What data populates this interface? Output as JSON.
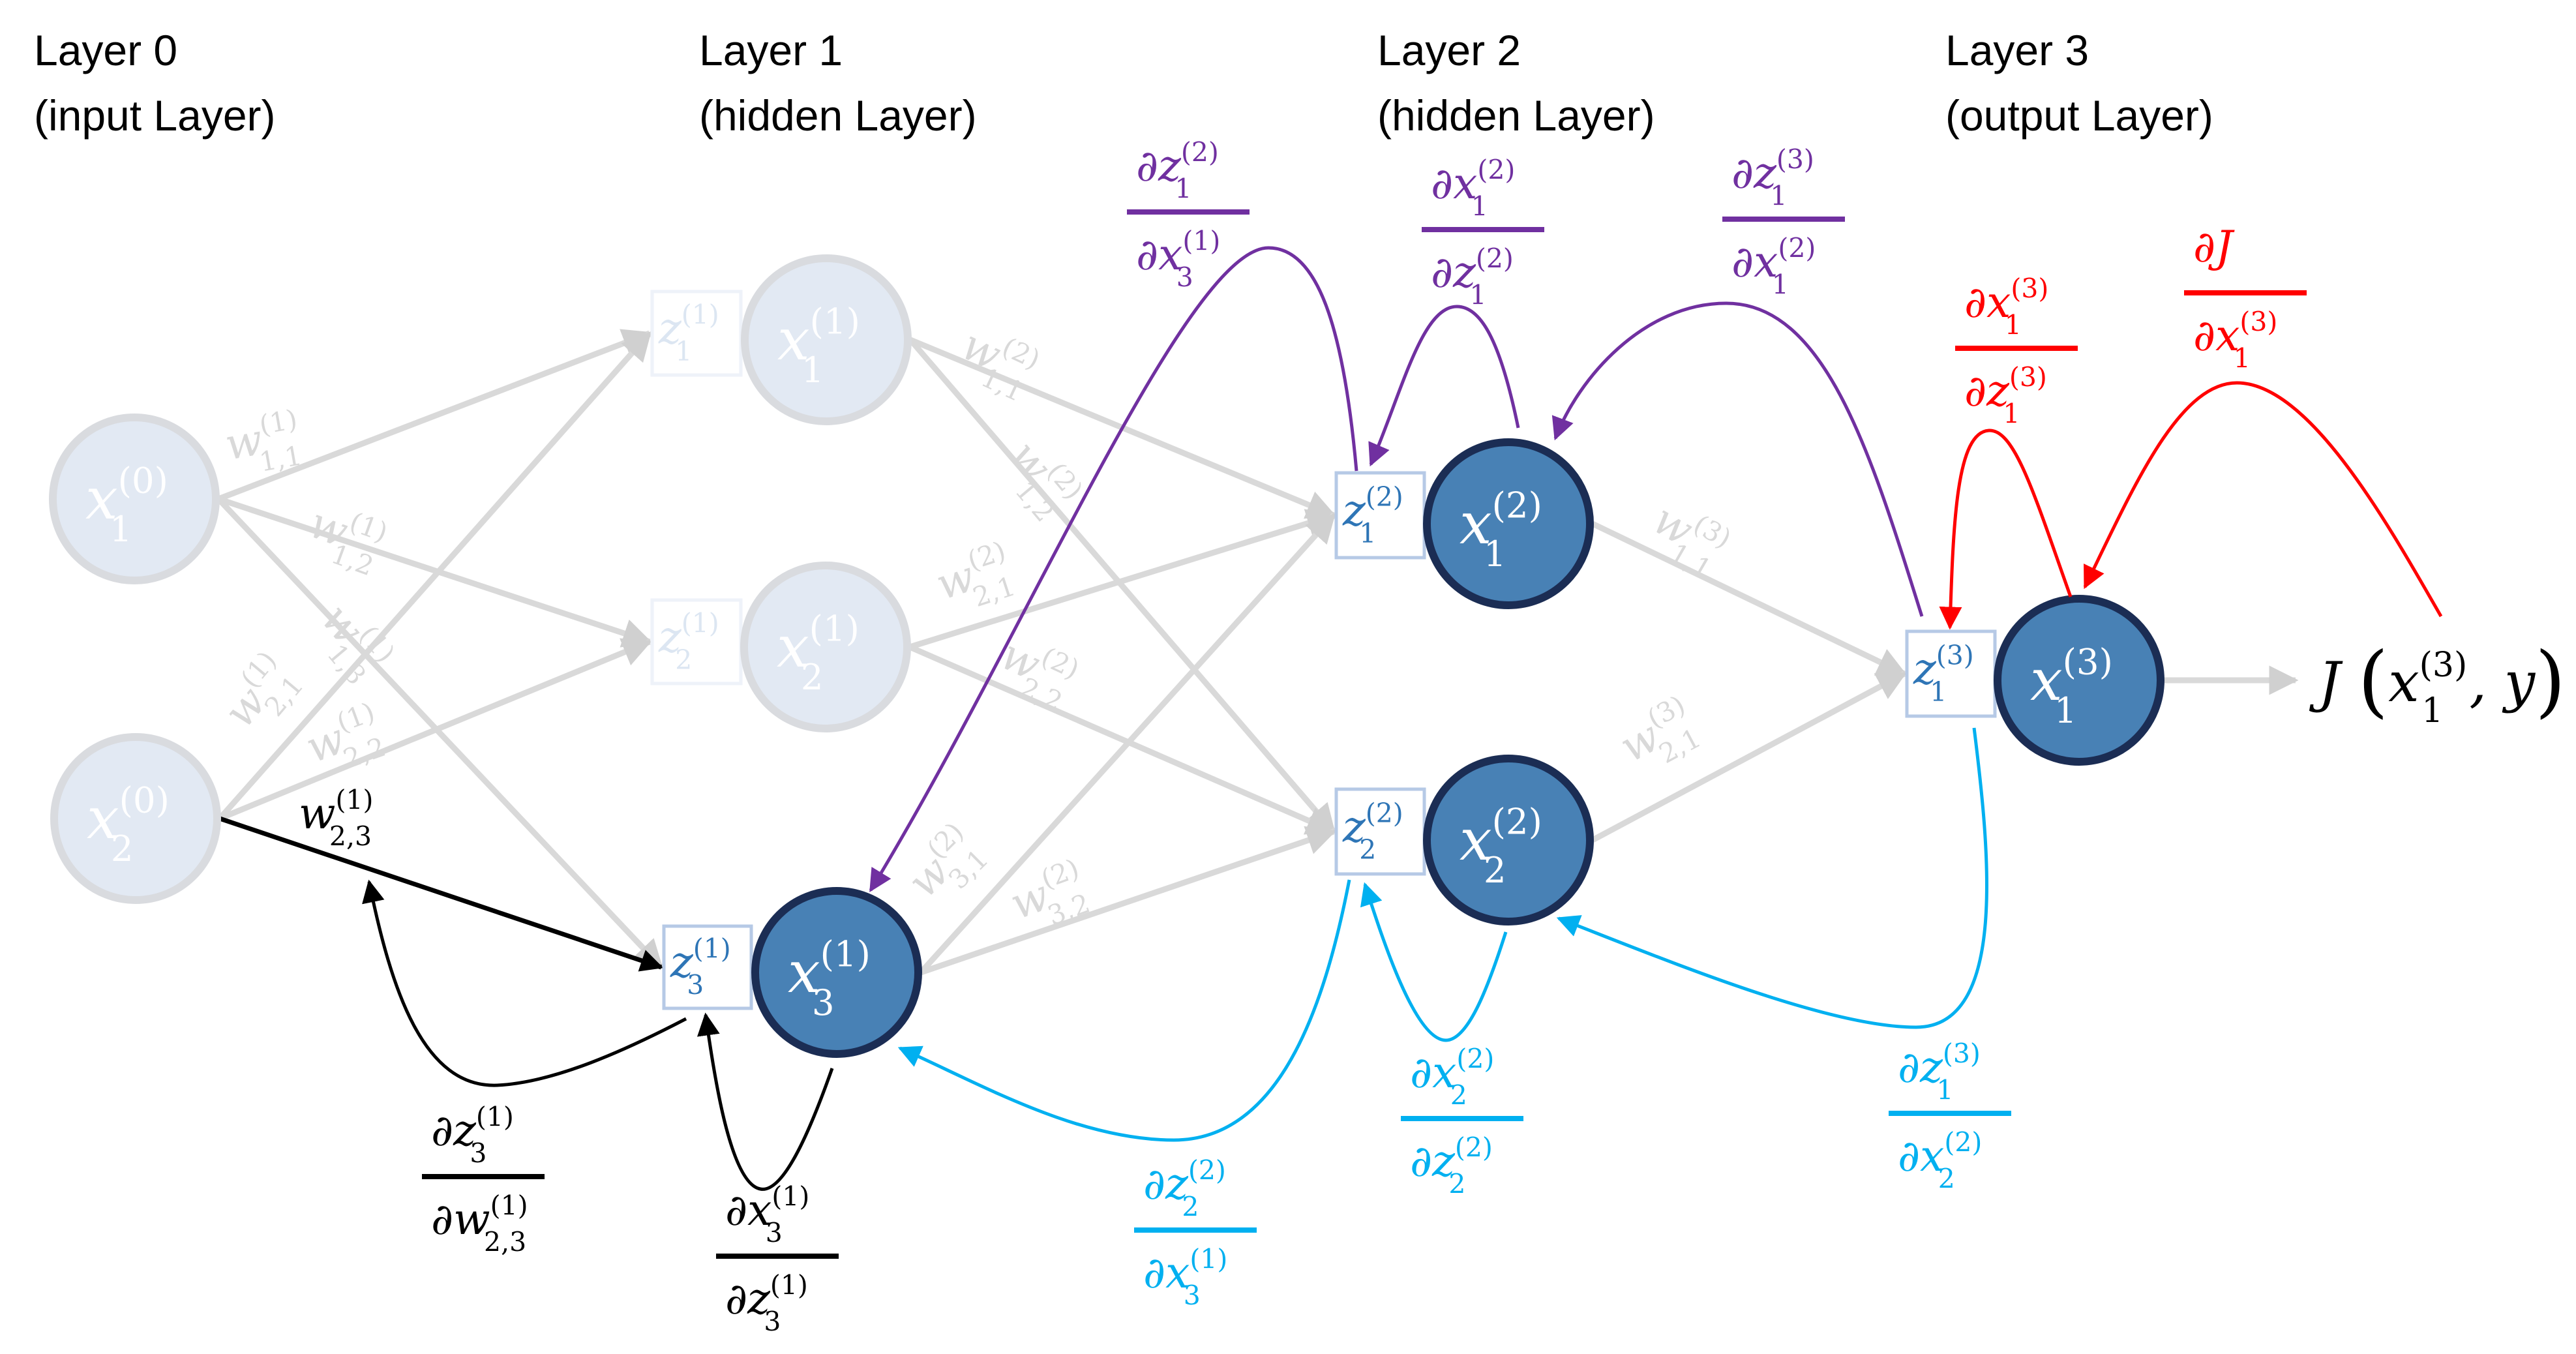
{
  "layers": [
    {
      "title": "Layer  0",
      "subtitle": "(input Layer)"
    },
    {
      "title": "Layer  1",
      "subtitle": "(hidden Layer)"
    },
    {
      "title": "Layer  2",
      "subtitle": "(hidden Layer)"
    },
    {
      "title": "Layer  3",
      "subtitle": "(output Layer)"
    }
  ],
  "colors": {
    "active_node_fill": "#4881b5",
    "active_node_stroke": "#1b2d54",
    "faded_node_fill": "#e2e9f3",
    "faded_edge": "#d9d9d9",
    "box_label_active": "#2e75b6",
    "box_label_faded": "#dce6f2",
    "grad_purple": "#7030a0",
    "grad_red": "#ff0000",
    "grad_cyan": "#00b0f0",
    "grad_black": "#000000"
  },
  "nodes": [
    {
      "id": "x1_0",
      "var": "x",
      "sub": "1",
      "sup": "(0)",
      "state": "faded"
    },
    {
      "id": "x2_0",
      "var": "x",
      "sub": "2",
      "sup": "(0)",
      "state": "faded"
    },
    {
      "id": "x1_1",
      "var": "x",
      "sub": "1",
      "sup": "(1)",
      "state": "faded"
    },
    {
      "id": "x2_1",
      "var": "x",
      "sub": "2",
      "sup": "(1)",
      "state": "faded"
    },
    {
      "id": "x3_1",
      "var": "x",
      "sub": "3",
      "sup": "(1)",
      "state": "active"
    },
    {
      "id": "x1_2",
      "var": "x",
      "sub": "1",
      "sup": "(2)",
      "state": "active"
    },
    {
      "id": "x2_2",
      "var": "x",
      "sub": "2",
      "sup": "(2)",
      "state": "active"
    },
    {
      "id": "x1_3",
      "var": "x",
      "sub": "1",
      "sup": "(3)",
      "state": "active"
    }
  ],
  "boxes": [
    {
      "id": "z1_1",
      "var": "z",
      "sub": "1",
      "sup": "(1)",
      "state": "faded"
    },
    {
      "id": "z2_1",
      "var": "z",
      "sub": "2",
      "sup": "(1)",
      "state": "faded"
    },
    {
      "id": "z3_1",
      "var": "z",
      "sub": "3",
      "sup": "(1)",
      "state": "active"
    },
    {
      "id": "z1_2",
      "var": "z",
      "sub": "1",
      "sup": "(2)",
      "state": "active"
    },
    {
      "id": "z2_2",
      "var": "z",
      "sub": "2",
      "sup": "(2)",
      "state": "active"
    },
    {
      "id": "z1_3",
      "var": "z",
      "sub": "1",
      "sup": "(3)",
      "state": "active"
    }
  ],
  "weights": [
    {
      "from": "x1_0",
      "to": "z1_1",
      "label": "w",
      "sub": "1,1",
      "sup": "(1)",
      "state": "faded"
    },
    {
      "from": "x1_0",
      "to": "z2_1",
      "label": "w",
      "sub": "1,2",
      "sup": "(1)",
      "state": "faded"
    },
    {
      "from": "x1_0",
      "to": "z3_1",
      "label": "w",
      "sub": "1,3",
      "sup": "(1)",
      "state": "faded"
    },
    {
      "from": "x2_0",
      "to": "z1_1",
      "label": "w",
      "sub": "2,1",
      "sup": "(1)",
      "state": "faded"
    },
    {
      "from": "x2_0",
      "to": "z2_1",
      "label": "w",
      "sub": "2,2",
      "sup": "(1)",
      "state": "faded"
    },
    {
      "from": "x2_0",
      "to": "z3_1",
      "label": "w",
      "sub": "2,3",
      "sup": "(1)",
      "state": "active"
    },
    {
      "from": "x1_1",
      "to": "z1_2",
      "label": "w",
      "sub": "1,1",
      "sup": "(2)",
      "state": "faded"
    },
    {
      "from": "x1_1",
      "to": "z2_2",
      "label": "w",
      "sub": "1,2",
      "sup": "(2)",
      "state": "faded"
    },
    {
      "from": "x2_1",
      "to": "z1_2",
      "label": "w",
      "sub": "2,1",
      "sup": "(2)",
      "state": "faded"
    },
    {
      "from": "x2_1",
      "to": "z2_2",
      "label": "w",
      "sub": "2,2",
      "sup": "(2)",
      "state": "faded"
    },
    {
      "from": "x3_1",
      "to": "z1_2",
      "label": "w",
      "sub": "3,1",
      "sup": "(2)",
      "state": "faded"
    },
    {
      "from": "x3_1",
      "to": "z2_2",
      "label": "w",
      "sub": "3,2",
      "sup": "(2)",
      "state": "faded"
    },
    {
      "from": "x1_2",
      "to": "z1_3",
      "label": "w",
      "sub": "1,1",
      "sup": "(3)",
      "state": "faded"
    },
    {
      "from": "x2_2",
      "to": "z1_3",
      "label": "w",
      "sub": "2,1",
      "sup": "(3)",
      "state": "faded"
    }
  ],
  "loss": {
    "prefix": "J",
    "arg_var": "x",
    "arg_sub": "1",
    "arg_sup": "(3)",
    "rest": ", y"
  },
  "gradients": [
    {
      "id": "dz3_dw23",
      "color": "black",
      "num": {
        "v": "z",
        "sub": "3",
        "sup": "(1)"
      },
      "den": {
        "v": "w",
        "sub": "2,3",
        "sup": "(1)"
      }
    },
    {
      "id": "dx3_dz3",
      "color": "black",
      "num": {
        "v": "x",
        "sub": "3",
        "sup": "(1)"
      },
      "den": {
        "v": "z",
        "sub": "3",
        "sup": "(1)"
      }
    },
    {
      "id": "dz12_dx31",
      "color": "purple",
      "num": {
        "v": "z",
        "sub": "1",
        "sup": "(2)"
      },
      "den": {
        "v": "x",
        "sub": "3",
        "sup": "(1)"
      }
    },
    {
      "id": "dx12_dz12",
      "color": "purple",
      "num": {
        "v": "x",
        "sub": "1",
        "sup": "(2)"
      },
      "den": {
        "v": "z",
        "sub": "1",
        "sup": "(2)"
      }
    },
    {
      "id": "dz13_dx12",
      "color": "purple",
      "num": {
        "v": "z",
        "sub": "1",
        "sup": "(3)"
      },
      "den": {
        "v": "x",
        "sub": "1",
        "sup": "(2)"
      }
    },
    {
      "id": "dx13_dz13",
      "color": "red",
      "num": {
        "v": "x",
        "sub": "1",
        "sup": "(3)"
      },
      "den": {
        "v": "z",
        "sub": "1",
        "sup": "(3)"
      }
    },
    {
      "id": "dJ_dx13",
      "color": "red",
      "num": {
        "v": "J",
        "sub": "",
        "sup": ""
      },
      "den": {
        "v": "x",
        "sub": "1",
        "sup": "(3)"
      }
    },
    {
      "id": "dz22_dx31",
      "color": "cyan",
      "num": {
        "v": "z",
        "sub": "2",
        "sup": "(2)"
      },
      "den": {
        "v": "x",
        "sub": "3",
        "sup": "(1)"
      }
    },
    {
      "id": "dx22_dz22",
      "color": "cyan",
      "num": {
        "v": "x",
        "sub": "2",
        "sup": "(2)"
      },
      "den": {
        "v": "z",
        "sub": "2",
        "sup": "(2)"
      }
    },
    {
      "id": "dz13_dx22",
      "color": "cyan",
      "num": {
        "v": "z",
        "sub": "1",
        "sup": "(3)"
      },
      "den": {
        "v": "x",
        "sub": "2",
        "sup": "(2)"
      }
    }
  ],
  "partial_symbol": "∂"
}
